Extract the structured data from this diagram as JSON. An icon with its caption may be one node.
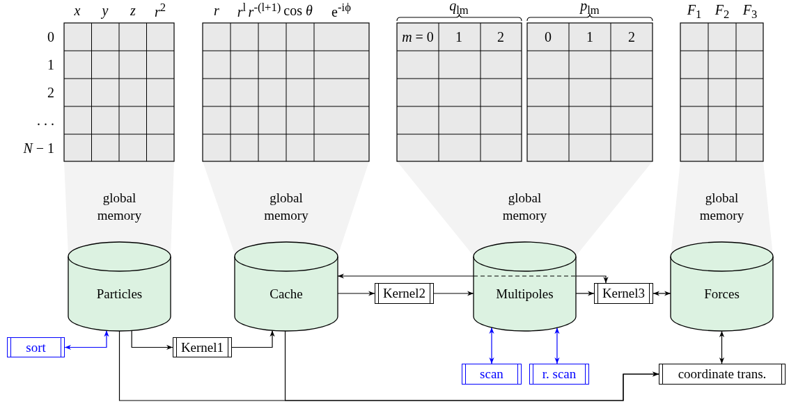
{
  "diagram": {
    "nodes": [
      {
        "text": [
          "Particles"
        ],
        "beside": [
          "global memory"
        ]
      },
      {
        "text": [
          "Cache"
        ],
        "beside": [
          "global memory"
        ]
      },
      {
        "text": [
          "Multipoles"
        ],
        "beside": [
          "global memory"
        ]
      },
      {
        "text": [
          "Forces"
        ],
        "beside": [
          "global memory"
        ]
      },
      {
        "text": [
          "sort"
        ]
      },
      {
        "text": [
          "Kernel1"
        ]
      },
      {
        "text": [
          "Kernel2"
        ]
      },
      {
        "text": [
          "Kernel3"
        ]
      },
      {
        "text": [
          "scan"
        ]
      },
      {
        "text": [
          "r. scan"
        ]
      },
      {
        "text": [
          "coordinate trans."
        ]
      }
    ],
    "edges": [
      {
        "from": 0,
        "to": 4,
        "arrow": "both",
        "color": "#0000ff"
      },
      {
        "from": 0,
        "to": 5,
        "arrow": "to"
      },
      {
        "from": 5,
        "to": 1,
        "arrow": "to"
      },
      {
        "from": 1,
        "to": 6,
        "arrow": "to"
      },
      {
        "from": 6,
        "to": 2,
        "arrow": "to"
      },
      {
        "from": 2,
        "to": 1,
        "arrow": "to"
      },
      {
        "from": 2,
        "to": 7,
        "arrow": "to"
      },
      {
        "from": 2,
        "to": 7,
        "arrow": "to"
      },
      {
        "from": 7,
        "to": 3,
        "arrow": "both"
      },
      {
        "from": 2,
        "to": 8,
        "arrow": "both",
        "color": "#0000ff"
      },
      {
        "from": 2,
        "to": 9,
        "arrow": "both",
        "color": "#0000ff"
      },
      {
        "from": 3,
        "to": 10,
        "arrow": "both"
      },
      {
        "from": 0,
        "to": 10,
        "arrow": "to"
      },
      {
        "from": 1,
        "to": 10,
        "arrow": "to"
      }
    ],
    "labels": [
      "x",
      "y",
      "z",
      "*r*$^{2}$",
      "r",
      "*r*$^{l}$",
      "*r*$^{-(l+1)}$",
      "cos *θ*",
      "e$^{-iϕ}$",
      "*q*$_{lm}$",
      "*p*$_{lm}$",
      "*F*$_{1}$",
      "*F*$_{2}$",
      "*F*$_{3}$",
      "0",
      "*m* = 0",
      "1",
      "2",
      "0",
      "1",
      "2",
      "1",
      "2",
      ". . .",
      "*N* − 1"
    ]
  }
}
